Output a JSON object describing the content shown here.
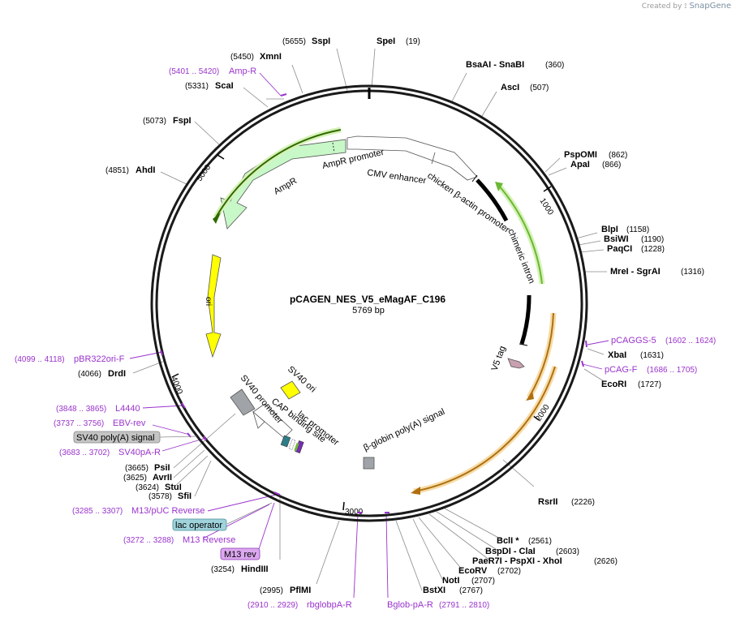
{
  "credit": {
    "prefix": "Created by",
    "brand": "SnapGene",
    "icon": "snapgene-leaf-icon"
  },
  "plasmid": {
    "name": "pCAGEN_NES_V5_eMagAF_C196",
    "length_label": "5769 bp"
  },
  "colors": {
    "enzyme": "#000000",
    "primer": "#9a33cc",
    "backbone": "#1a1a1a",
    "ampr": "#c8f7c8",
    "ori": "#ffff00",
    "misc": "#a0a4a8",
    "v5": "#c8a0b0",
    "intron": "#6ab832",
    "polyA": "#d79a2a"
  },
  "ticks": [
    "1000",
    "2000",
    "3000",
    "4000",
    "5000"
  ],
  "features": {
    "ampr_promoter": "AmpR promoter",
    "ampr": "AmpR",
    "cmv": "CMV enhancer",
    "chicken_promoter": "chicken β-actin promoter",
    "chimeric_intron": "chimeric intron",
    "ori": "ori",
    "v5": "V5 tag",
    "sv40_ori": "SV40 ori",
    "sv40_promoter": "SV40 promoter",
    "cap": "CAP binding site",
    "lac": "lac promoter",
    "bglobin": "β-globin poly(A) signal"
  },
  "enzymes": [
    {
      "name": "SspI",
      "pos": "(5655)"
    },
    {
      "name": "SpeI",
      "pos": "(19)"
    },
    {
      "name": "XmnI",
      "pos": "(5450)"
    },
    {
      "name": "ScaI",
      "pos": "(5331)"
    },
    {
      "name": "BsaAI - SnaBI",
      "pos": "(360)"
    },
    {
      "name": "AscI",
      "pos": "(507)"
    },
    {
      "name": "FspI",
      "pos": "(5073)"
    },
    {
      "name": "PspOMI",
      "pos": "(862)"
    },
    {
      "name": "ApaI",
      "pos": "(866)"
    },
    {
      "name": "AhdI",
      "pos": "(4851)"
    },
    {
      "name": "BlpI",
      "pos": "(1158)"
    },
    {
      "name": "BsiWI",
      "pos": "(1190)"
    },
    {
      "name": "PaqCI",
      "pos": "(1228)"
    },
    {
      "name": "MreI - SgrAI",
      "pos": "(1316)"
    },
    {
      "name": "XbaI",
      "pos": "(1631)"
    },
    {
      "name": "EcoRI",
      "pos": "(1727)"
    },
    {
      "name": "DrdI",
      "pos": "(4066)"
    },
    {
      "name": "PsiI",
      "pos": "(3665)"
    },
    {
      "name": "AvrII",
      "pos": "(3625)"
    },
    {
      "name": "StuI",
      "pos": "(3624)"
    },
    {
      "name": "SfiI",
      "pos": "(3578)"
    },
    {
      "name": "RsrII",
      "pos": "(2226)"
    },
    {
      "name": "BclI *",
      "pos": "(2561)"
    },
    {
      "name": "BspDI - ClaI",
      "pos": "(2603)"
    },
    {
      "name": "PaeR7I - PspXI - XhoI",
      "pos": "(2626)"
    },
    {
      "name": "EcoRV",
      "pos": "(2702)"
    },
    {
      "name": "NotI",
      "pos": "(2707)"
    },
    {
      "name": "BstXI",
      "pos": "(2767)"
    },
    {
      "name": "HindIII",
      "pos": "(3254)"
    },
    {
      "name": "PflMI",
      "pos": "(2995)"
    }
  ],
  "primers": [
    {
      "name": "Amp-R",
      "pos": "(5401 .. 5420)"
    },
    {
      "name": "pCAGGS-5",
      "pos": "(1602 .. 1624)"
    },
    {
      "name": "pCAG-F",
      "pos": "(1686 .. 1705)"
    },
    {
      "name": "pBR322ori-F",
      "pos": "(4099 .. 4118)"
    },
    {
      "name": "L4440",
      "pos": "(3848 .. 3865)"
    },
    {
      "name": "EBV-rev",
      "pos": "(3737 .. 3756)"
    },
    {
      "name": "SV40pA-R",
      "pos": "(3683 .. 3702)"
    },
    {
      "name": "M13/pUC Reverse",
      "pos": "(3285 .. 3307)"
    },
    {
      "name": "M13 Reverse",
      "pos": "(3272 .. 3288)"
    },
    {
      "name": "rbglobpA-R",
      "pos": "(2910 .. 2929)"
    },
    {
      "name": "Bglob-pA-R",
      "pos": "(2791 .. 2810)"
    }
  ],
  "boxes": {
    "sv40_polyA": "SV40 poly(A) signal",
    "lac_operator": "lac operator",
    "m13_rev": "M13 rev"
  }
}
